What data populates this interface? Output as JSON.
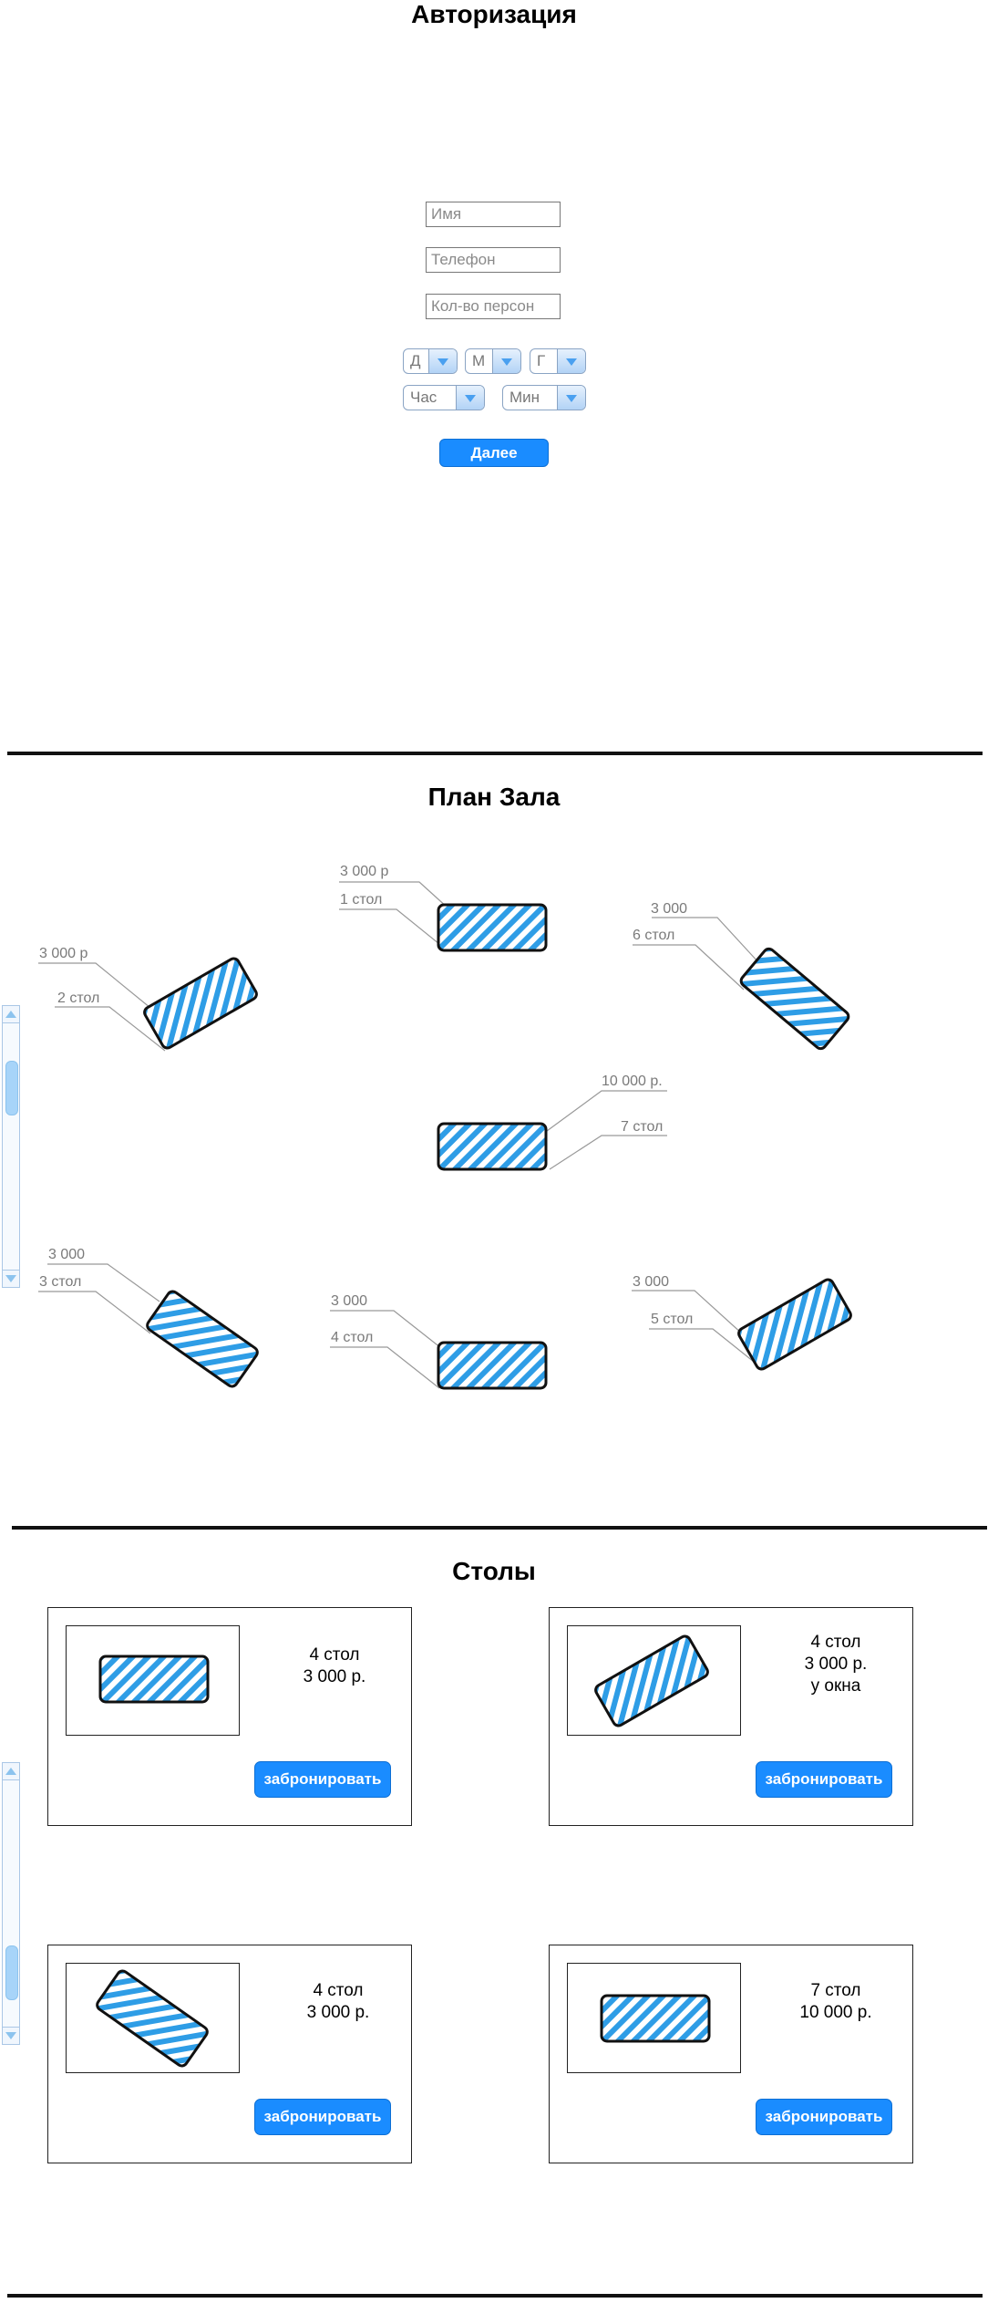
{
  "auth": {
    "title": "Авторизация",
    "name_placeholder": "Имя",
    "phone_placeholder": "Телефон",
    "persons_placeholder": "Кол-во персон",
    "day": "Д",
    "month": "М",
    "year": "Г",
    "hour": "Час",
    "minute": "Мин",
    "next": "Далее"
  },
  "hall": {
    "title": "План Зала",
    "tables": [
      {
        "name": "1 стол",
        "price": "3 000 р"
      },
      {
        "name": "2 стол",
        "price": "3 000 р"
      },
      {
        "name": "6 стол",
        "price": "3 000"
      },
      {
        "name": "7 стол",
        "price": "10 000 р."
      },
      {
        "name": "3 стол",
        "price": "3 000"
      },
      {
        "name": "4 стол",
        "price": "3 000"
      },
      {
        "name": "5 стол",
        "price": "3 000"
      }
    ]
  },
  "tables_section": {
    "title": "Столы",
    "cards": [
      {
        "name": "4 стол",
        "price": "3 000 р.",
        "note": "",
        "button": "забронировать"
      },
      {
        "name": "4 стол",
        "price": "3 000 р.",
        "note": "у окна",
        "button": "забронировать"
      },
      {
        "name": "4 стол",
        "price": "3 000 р.",
        "note": "",
        "button": "забронировать"
      },
      {
        "name": "7 стол",
        "price": "10 000 р.",
        "note": "",
        "button": "забронировать"
      }
    ]
  },
  "colors": {
    "accent": "#1a8cff",
    "table_stripe": "#2e9de6",
    "divider": "#111111"
  },
  "icons": [
    "chevron-down-icon",
    "scroll-up-icon",
    "scroll-down-icon",
    "table-icon"
  ]
}
